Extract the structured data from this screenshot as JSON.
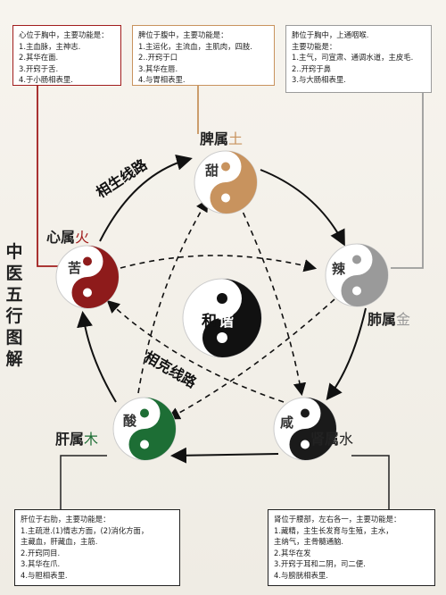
{
  "title_chars": [
    "中",
    "医",
    "五",
    "行",
    "图",
    "解"
  ],
  "center": {
    "text_left": "和",
    "text_right": "谐"
  },
  "sheng_label": "相生线路",
  "ke_label": "相克线路",
  "organs": {
    "spleen": {
      "label": "脾属",
      "element": "土",
      "taste": "甜",
      "color": "#c8935e"
    },
    "heart": {
      "label": "心属",
      "element": "火",
      "taste": "苦",
      "color": "#8e1b1b"
    },
    "lung": {
      "label": "肺属",
      "element": "金",
      "taste": "辣",
      "color": "#9a9a9a"
    },
    "liver": {
      "label": "肝属",
      "element": "木",
      "taste": "酸",
      "color": "#1d6e35"
    },
    "kidney": {
      "label": "肾属",
      "element": "水",
      "taste": "咸",
      "color": "#1a1a1a"
    }
  },
  "boxes": {
    "heart": [
      "心位于胸中，主要功能是：",
      "1.主血脉，主神志.",
      "2.其华在面.",
      "3.开窍于舌.",
      "4.于小肠相表里."
    ],
    "spleen": [
      "脾位于腹中，主要功能是：",
      "1.主运化，主流血，主肌肉，四肢.",
      "2..开窍于口",
      "3.其华在唇.",
      "4.与胃相表里."
    ],
    "lung": [
      "肺位于胸中，上通咽喉.",
      "主要功能是：",
      "1.主气，司宣肃、通调水道，主皮毛.",
      "2..开窍于鼻",
      "3.与大肠相表里."
    ],
    "liver": [
      "肝位于右肋，主要功能是：",
      "1.主疏泄.(1)情志方面，(2)消化方面，",
      "主藏血，肝藏血，主筋.",
      "2.开窍同目.",
      "3.其华在爪.",
      "4.与胆相表里."
    ],
    "kidney": [
      "肾位于腰部，左右各一，主要功能是：",
      "1.藏精，主生长发育与生殖，主水，",
      "主纳气，主骨髓通脑.",
      "2.其华在发",
      "3.开窍于耳和二阴，司二便.",
      "4.与膀胱相表里."
    ]
  }
}
